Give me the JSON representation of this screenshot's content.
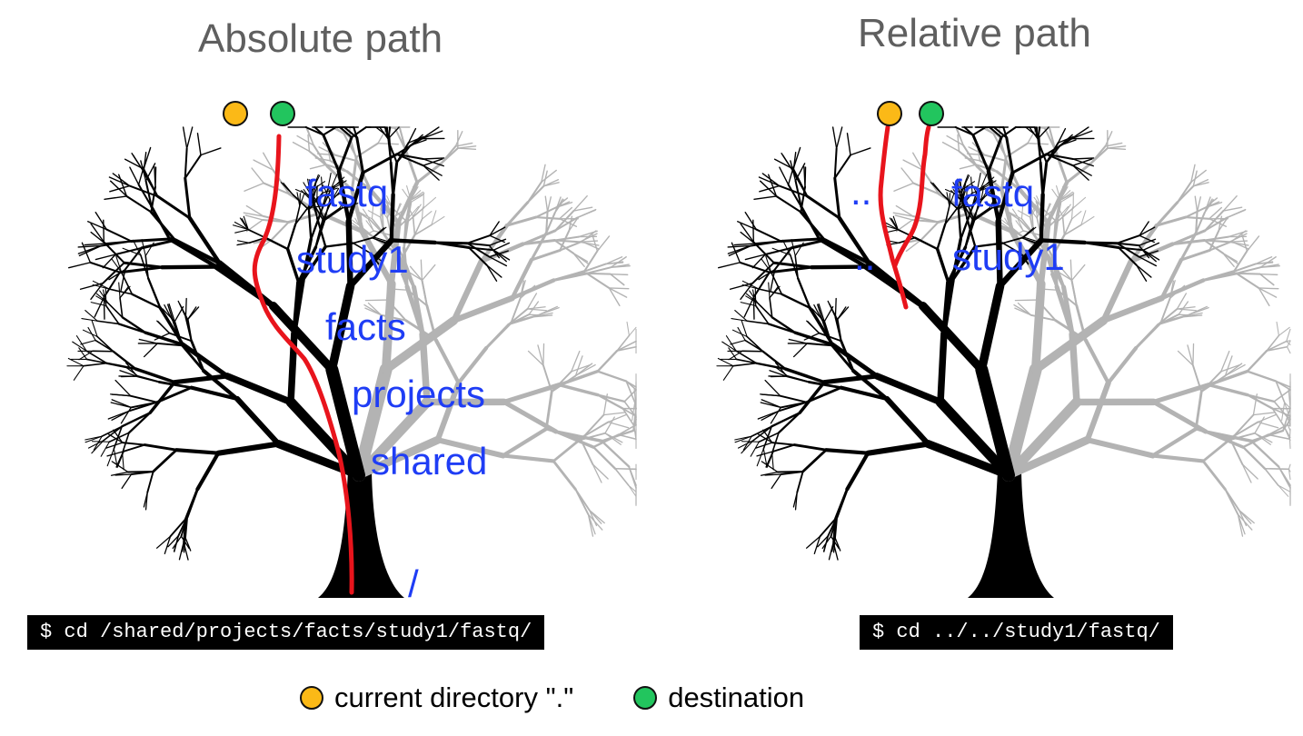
{
  "panels": {
    "absolute": {
      "title": "Absolute path",
      "labels": [
        "fastq",
        "study1",
        "facts",
        "projects",
        "shared",
        "/"
      ],
      "command": "$ cd /shared/projects/facts/study1/fastq/"
    },
    "relative": {
      "title": "Relative path",
      "labels": [
        "fastq",
        "study1",
        "..",
        ".."
      ],
      "command": "$ cd ../../study1/fastq/"
    }
  },
  "legend": {
    "current": "current directory \".\"",
    "destination": "destination"
  },
  "colors": {
    "current": "#fbb917",
    "destination": "#22c55e",
    "path": "#e8141c",
    "label": "#1f3df5",
    "tree_dark": "#000000",
    "tree_light": "#b3b3b3",
    "title": "#5f5f5f"
  }
}
